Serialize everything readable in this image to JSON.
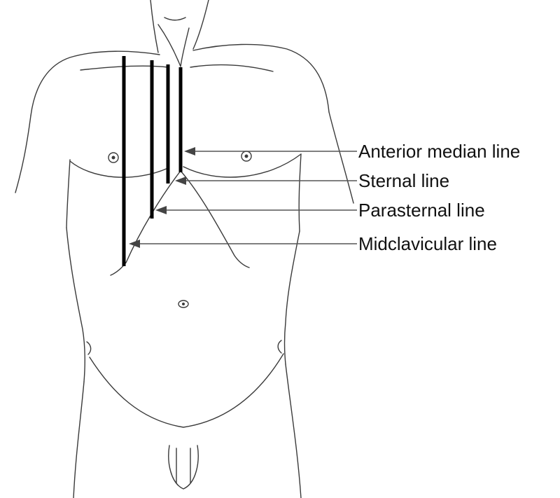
{
  "labels": {
    "anterior_median": "Anterior median line",
    "sternal": "Sternal line",
    "parasternal": "Parasternal line",
    "midclavicular": "Midclavicular line"
  },
  "colors": {
    "reference_lines": "#000000",
    "outline": "#3a3a3a",
    "leaders": "#555555"
  }
}
